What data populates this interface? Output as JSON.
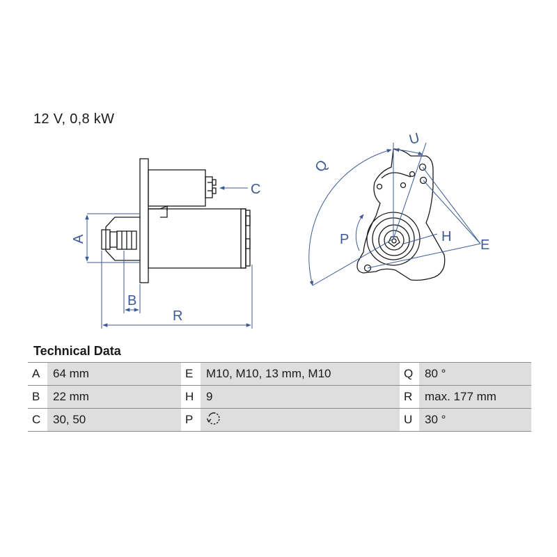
{
  "spec_line": "12 V, 0,8 kW",
  "labels": {
    "A": "A",
    "B": "B",
    "C": "C",
    "R": "R",
    "Q": "Q",
    "U": "U",
    "P": "P",
    "H": "H",
    "E": "E"
  },
  "colors": {
    "drawing": "#1a1a1a",
    "dimension": "#3c5a96",
    "table_value_bg": "#dedede",
    "table_border": "#8a8a8a"
  },
  "technical_data": {
    "title": "Technical Data",
    "rows": [
      [
        {
          "key": "A",
          "value": "64 mm"
        },
        {
          "key": "E",
          "value": "M10, M10, 13 mm, M10"
        },
        {
          "key": "Q",
          "value": "80 °"
        }
      ],
      [
        {
          "key": "B",
          "value": "22 mm"
        },
        {
          "key": "H",
          "value": "9"
        },
        {
          "key": "R",
          "value": "max. 177 mm"
        }
      ],
      [
        {
          "key": "C",
          "value": "30, 50"
        },
        {
          "key": "P",
          "value": "",
          "icon": "clockwise-rotation-icon"
        },
        {
          "key": "U",
          "value": "30 °"
        }
      ]
    ]
  }
}
